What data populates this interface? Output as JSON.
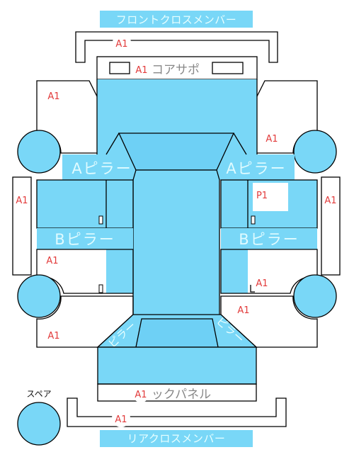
{
  "labels": {
    "front_cross_member": "フロントクロスメンバー",
    "rear_cross_member": "リアクロスメンバー",
    "core_support": "コアサポ",
    "back_panel": "ックパネル",
    "a_pillar_left": "Aピラー",
    "a_pillar_right": "Aピラー",
    "b_pillar_left": "Bピラー",
    "b_pillar_right": "Bピラー",
    "spare": "スペア",
    "rear_left_arc": "ピラー",
    "rear_right_arc": "ピラー"
  },
  "marks": {
    "front_cross_member": "A1",
    "core_support": "A1",
    "front_left_fender": "A1",
    "front_right_fender": "A1",
    "left_rocker": "A1",
    "right_rocker": "A1",
    "right_front_door": "P1",
    "left_rear_door": "A1",
    "right_rear_door": "A1",
    "right_quarter": "A1",
    "left_quarter": "A1",
    "back_panel": "A1",
    "rear_cross_member": "A1"
  },
  "colors": {
    "panel_fill": "#79d7f7",
    "roof_fill": "#6ed0f5",
    "mark_color": "#e23b3b",
    "outline": "#000000"
  }
}
